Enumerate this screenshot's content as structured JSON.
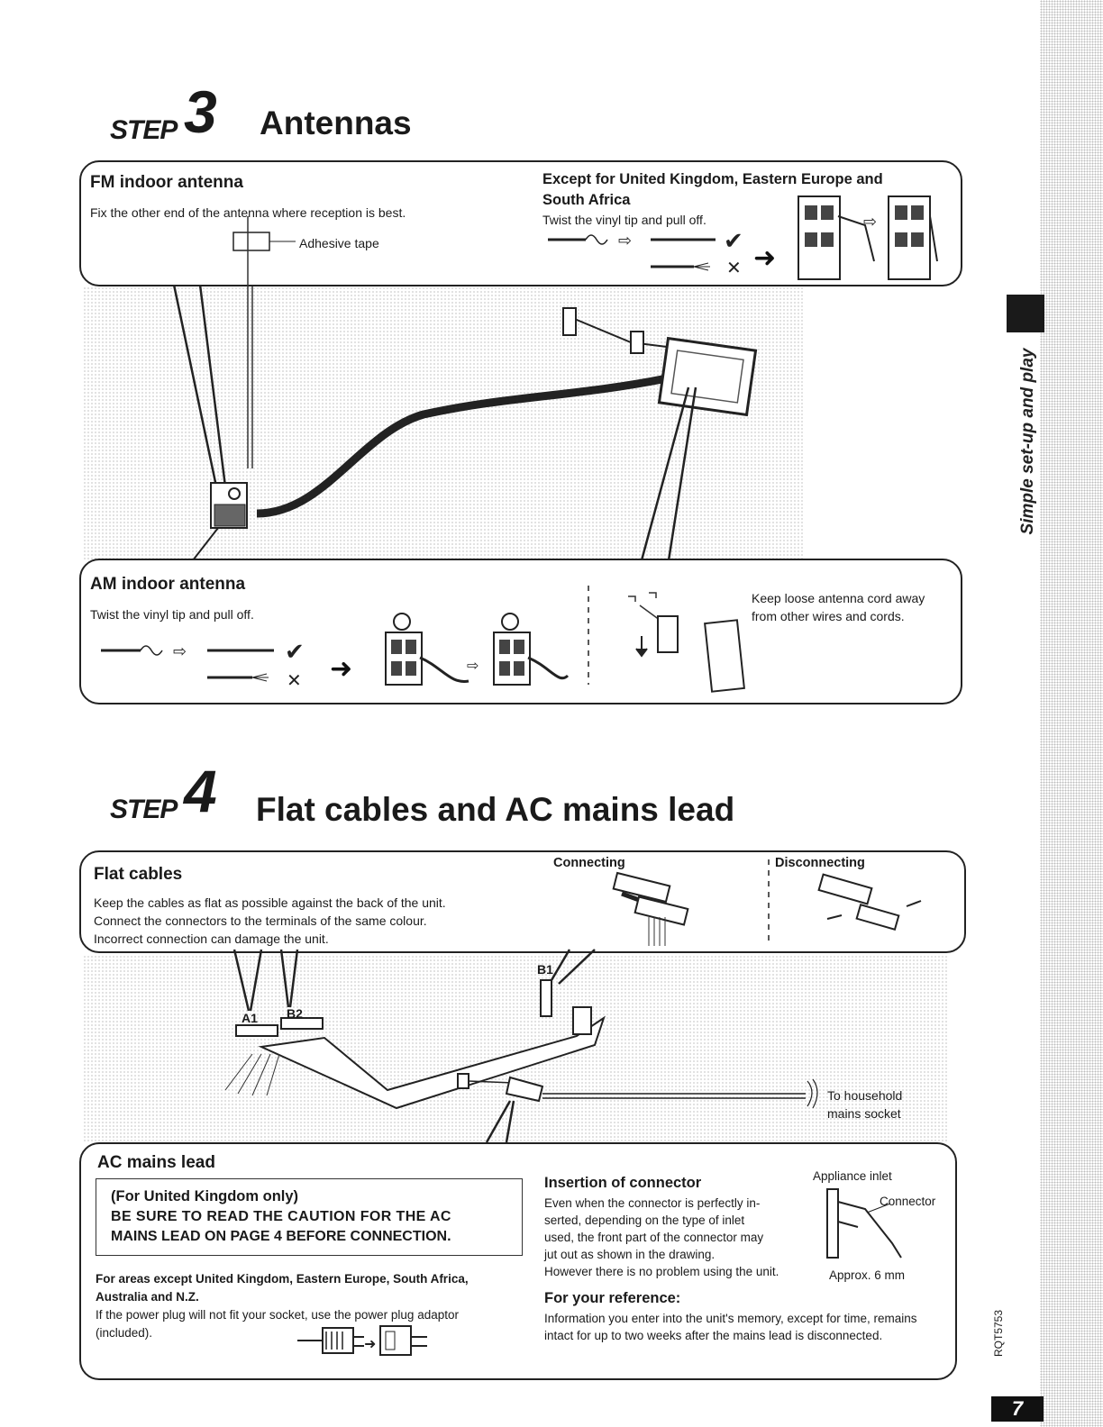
{
  "side_tab": {
    "label": "Simple set-up and play",
    "doc_code": "RQT5753",
    "page_number": "7"
  },
  "step3": {
    "step_word": "STEP",
    "step_number": "3",
    "title": "Antennas",
    "fm": {
      "title": "FM indoor antenna",
      "instruction": "Fix the other end of the antenna where reception is best.",
      "tape_label": "Adhesive tape"
    },
    "except": {
      "title_line1": "Except for United Kingdom, Eastern Europe and",
      "title_line2": "South Africa",
      "instruction": "Twist the vinyl tip and pull off."
    },
    "am": {
      "title": "AM indoor antenna",
      "instruction": "Twist the vinyl tip and pull off.",
      "note_line1": "Keep loose antenna cord away",
      "note_line2": "from other wires and cords."
    }
  },
  "step4": {
    "step_word": "STEP",
    "step_number": "4",
    "title": "Flat cables and AC mains lead",
    "flat_cables": {
      "title": "Flat cables",
      "line1": "Keep the cables as flat as possible against the back of the unit.",
      "line2": "Connect the connectors to the terminals of the same colour.",
      "line3": "Incorrect connection can damage the unit.",
      "connecting_label": "Connecting",
      "disconnecting_label": "Disconnecting"
    },
    "connectors": {
      "a1": "A1",
      "b2": "B2",
      "b1": "B1"
    },
    "household": {
      "line1": "To household",
      "line2": "mains socket"
    },
    "ac": {
      "title": "AC mains lead",
      "uk_only": "(For United Kingdom only)",
      "caution_line1": "BE SURE TO READ THE CAUTION FOR THE AC",
      "caution_line2": "MAINS LEAD ON PAGE 4 BEFORE CONNECTION.",
      "areas_line1": "For areas except United Kingdom, Eastern Europe, South Africa,",
      "areas_line2": "Australia and N.Z.",
      "adaptor_line1": "If the power plug will not fit your socket, use the power plug adaptor",
      "adaptor_line2": "(included).",
      "insertion_title": "Insertion of connector",
      "insertion_line1": "Even when the connector is perfectly in-",
      "insertion_line2": "serted, depending on the type of inlet",
      "insertion_line3": "used, the front part of the connector may",
      "insertion_line4": "jut out as shown in the drawing.",
      "insertion_line5": "However there is no problem using the unit.",
      "appliance_inlet": "Appliance inlet",
      "connector": "Connector",
      "approx": "Approx. 6 mm",
      "reference_title": "For your reference:",
      "reference_line1": "Information you enter into the unit's memory, except for time, remains",
      "reference_line2": "intact for up to two weeks after the mains lead is disconnected."
    }
  }
}
